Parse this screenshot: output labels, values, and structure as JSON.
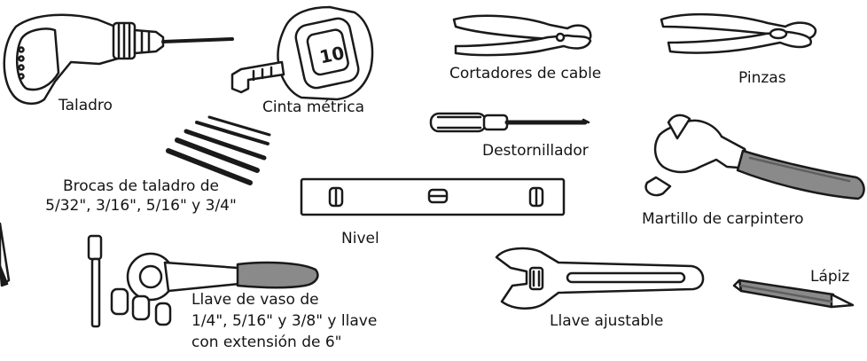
{
  "labels": {
    "drill": "Taladro",
    "tape_measure": "Cinta métrica",
    "wire_cutters": "Cortadores de cable",
    "pliers": "Pinzas",
    "screwdriver": "Destornillador",
    "drill_bits_line1": "Brocas de taladro de",
    "drill_bits_line2": "5/32\", 3/16\", 5/16\" y 3/4\"",
    "hammer": "Martillo de carpintero",
    "level": "Nivel",
    "socket_line1": "Llave de vaso de",
    "socket_line2": "1/4\", 5/16\" y 3/8\" y llave",
    "socket_line3": "con extensión de 6\"",
    "adjustable_wrench": "Llave ajustable",
    "pencil": "Lápiz"
  },
  "colors": {
    "stroke": "#1a1a1a",
    "grip": "#8a8a8a",
    "grip_dark": "#5f5f5f",
    "metal": "#d9d9d9",
    "paper": "#ffffff"
  }
}
